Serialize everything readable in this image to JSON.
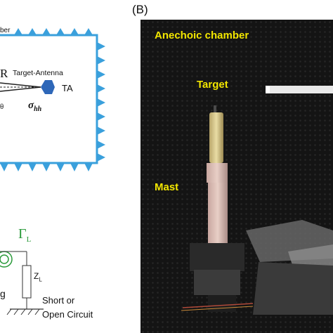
{
  "panel_b_label": "(B)",
  "diagram_a": {
    "chamber_label_fragment": "ber",
    "range_symbol": "R",
    "target_antenna_label": "Target-Antenna",
    "ta_label": "TA",
    "angle_fragment": "θ",
    "rcs_label": "σhh",
    "rcs_main": "σ",
    "rcs_sub": "hh"
  },
  "circuit": {
    "gamma_label": "Γ",
    "gamma_sub": "L",
    "load_label": "Z",
    "load_sub": "L",
    "left_fragment": "g",
    "termination_line1": "Short or",
    "termination_line2": "Open Circuit"
  },
  "photo": {
    "chamber_label": "Anechoic chamber",
    "target_label": "Target",
    "mast_label": "Mast"
  },
  "colors": {
    "absorber_blue": "#3aa0dc",
    "antenna_blue": "#2e67b8",
    "gamma_green": "#2a9a3a",
    "photo_text_yellow": "#f2e600"
  }
}
